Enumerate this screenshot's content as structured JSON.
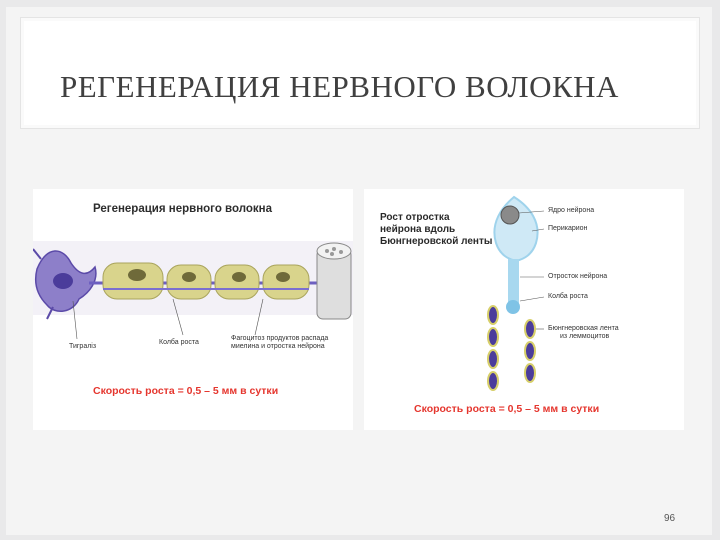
{
  "slide": {
    "title": "РЕГЕНЕРАЦИЯ НЕРВНОГО ВОЛОКНА",
    "page_number": "96"
  },
  "left_figure": {
    "heading": "Регенерация нервного волокна",
    "labels": {
      "tigrolysis": "Тиграліз",
      "growth_cone": "Колба роста",
      "phagocytes_line1": "Фагоцитоз продуктов распада",
      "phagocytes_line2": "миелина и отростка нейрона"
    },
    "speed": "Скорость роста = 0,5 – 5 мм в сутки"
  },
  "right_figure": {
    "heading_line1": "Рост отростка",
    "heading_line2": "нейрона вдоль",
    "heading_line3": "Бюнгнеровской ленты",
    "labels": {
      "nucleus": "Ядро нейрона",
      "perikaryon": "Перикарион",
      "process": "Отросток нейрона",
      "growth_cone": "Колба роста",
      "band_line1": "Бюнгнеровская лента",
      "band_line2": "из леммоцитов"
    },
    "speed": "Скорость роста = 0,5 – 5 мм в сутки"
  },
  "colors": {
    "speed_text": "#e5362e",
    "neuron_purple": "#5b4aa8",
    "myelin_yellow": "#cfc97a",
    "axon_blue": "#9fd3ec"
  }
}
